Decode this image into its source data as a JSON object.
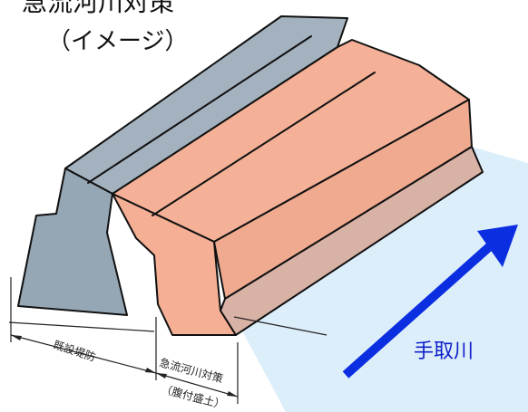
{
  "title": "急流河川対策",
  "subtitle": "（イメージ）",
  "river_label": "手取川",
  "dimension_labels": {
    "existing_levee": "既設堤防",
    "countermeasure": "急流河川対策",
    "countermeasure_note": "（腹付盛土）"
  },
  "colors": {
    "existing_levee": "#a3b2be",
    "existing_levee_shade": "#8f9faf",
    "countermeasure_fill": "#f4b197",
    "countermeasure_shade": "#e9a188",
    "river_area": "#ddeefb",
    "arrow": "#0a2ee0",
    "river_text": "#1020c8"
  }
}
